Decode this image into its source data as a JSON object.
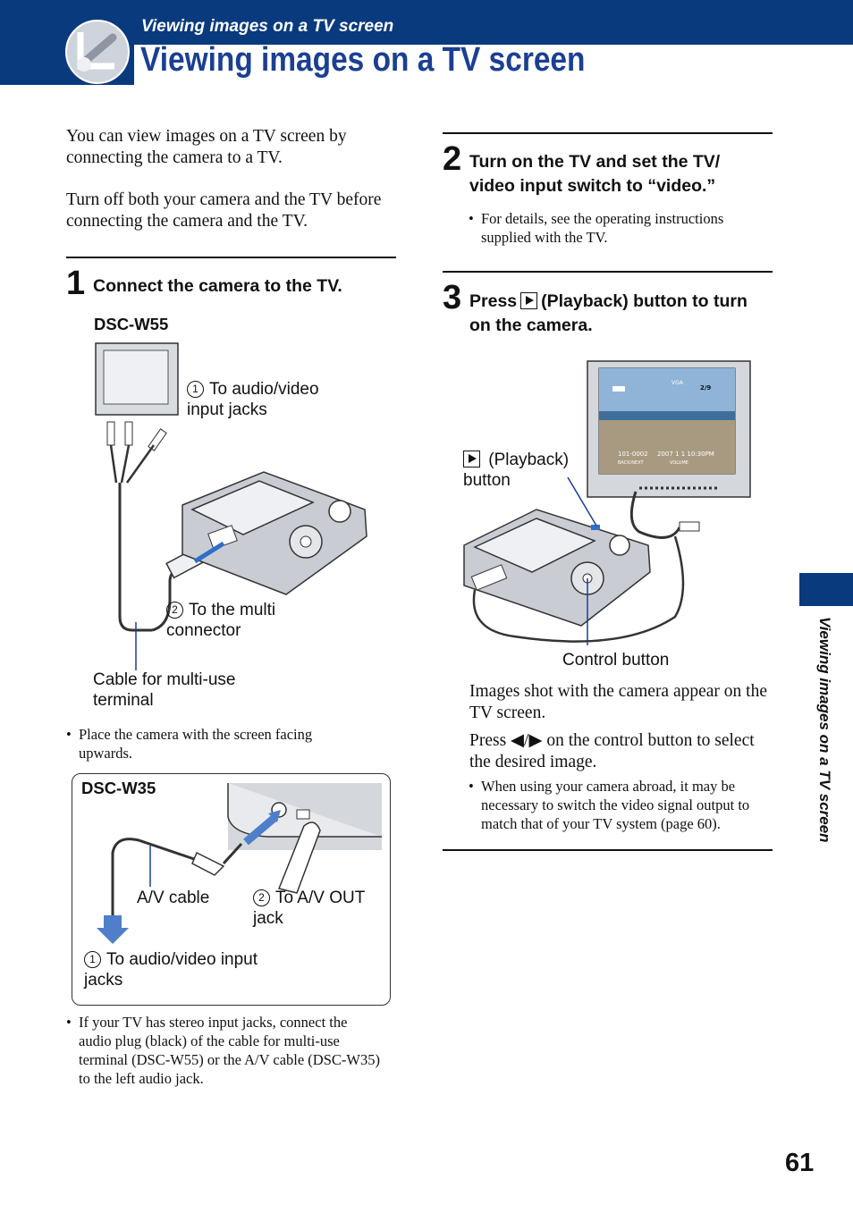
{
  "header": {
    "section_title": "Viewing images on a TV screen",
    "page_title": "Viewing images on a TV screen"
  },
  "intro": {
    "p1": "You can view images on a TV screen by connecting the camera to a TV.",
    "p2": "Turn off both your camera and the TV before connecting the camera and the TV."
  },
  "step1": {
    "number": "1",
    "text": "Connect the camera to the TV.",
    "model_w55": "DSC-W55",
    "label_av_jacks_num": "1",
    "label_av_jacks": "To audio/video input jacks",
    "label_multi_num": "2",
    "label_multi": "To the multi connector",
    "label_cable": "Cable for multi-use terminal",
    "bullet_facing": "Place the camera with the screen facing upwards.",
    "model_w35": "DSC-W35",
    "label_av_cable": "A/V cable",
    "label_av_out_num": "2",
    "label_av_out": "To A/V OUT jack",
    "label_w35_jacks_num": "1",
    "label_w35_jacks": "To audio/video input jacks",
    "bullet_stereo": "If your TV has stereo input jacks, connect the audio plug (black) of the cable for multi-use terminal (DSC-W55) or the A/V cable (DSC-W35) to the left audio jack."
  },
  "step2": {
    "number": "2",
    "text": "Turn on the TV and set the TV/ video input switch to “video.”",
    "bullet": "For details, see the operating instructions supplied with the TV."
  },
  "step3": {
    "number": "3",
    "text_before": "Press",
    "text_after": "(Playback) button to turn on the camera.",
    "label_playback": "(Playback) button",
    "label_control": "Control button",
    "tv_screen_top": "2/9",
    "tv_screen_vga": "VGA",
    "tv_screen_file": "101-0002",
    "tv_screen_date": "2007 1 1 10:30PM",
    "tv_screen_nav": "BACK/NEXT",
    "tv_screen_vol": "VOLUME",
    "p1": "Images shot with the camera appear on the TV screen.",
    "p2": "Press ◀/▶ on the control button to select the desired image.",
    "bullet": "When using your camera abroad, it may be necessary to switch the video signal output to match that of your TV system (page 60)."
  },
  "sidebar": {
    "tab_text": "Viewing images on a TV screen"
  },
  "footer": {
    "page_number": "61"
  },
  "colors": {
    "brand_blue": "#0a3a7e",
    "title_blue": "#1b3f92"
  },
  "icons": [
    "header-logo-icon",
    "playback-icon"
  ]
}
